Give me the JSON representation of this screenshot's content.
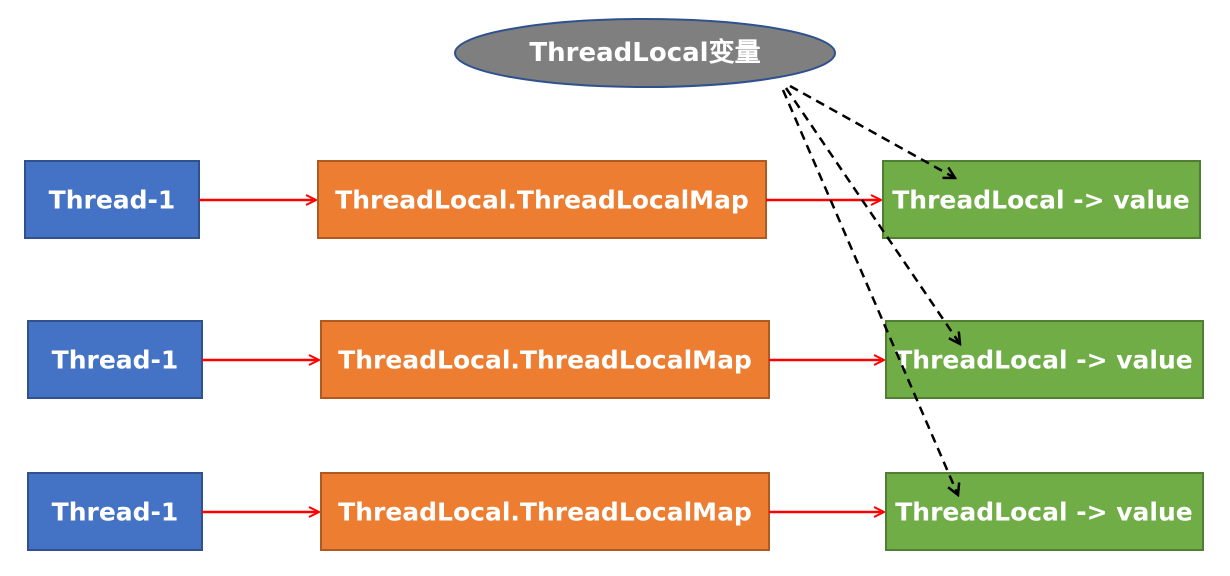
{
  "colors": {
    "thread_fill": "#4472C4",
    "thread_stroke": "#2F528F",
    "map_fill": "#ED7D31",
    "map_stroke": "#AE5A21",
    "entry_fill": "#70AD47",
    "entry_stroke": "#507E32",
    "variable_fill": "#7F7F7F",
    "variable_stroke": "#2F528F",
    "solid_arrow": "#FF0000",
    "dashed_arrow": "#000000"
  },
  "variable": {
    "label": "ThreadLocal变量"
  },
  "rows": [
    {
      "thread": "Thread-1",
      "map": "ThreadLocal.ThreadLocalMap",
      "entry": "ThreadLocal -> value"
    },
    {
      "thread": "Thread-1",
      "map": "ThreadLocal.ThreadLocalMap",
      "entry": "ThreadLocal -> value"
    },
    {
      "thread": "Thread-1",
      "map": "ThreadLocal.ThreadLocalMap",
      "entry": "ThreadLocal -> value"
    }
  ]
}
